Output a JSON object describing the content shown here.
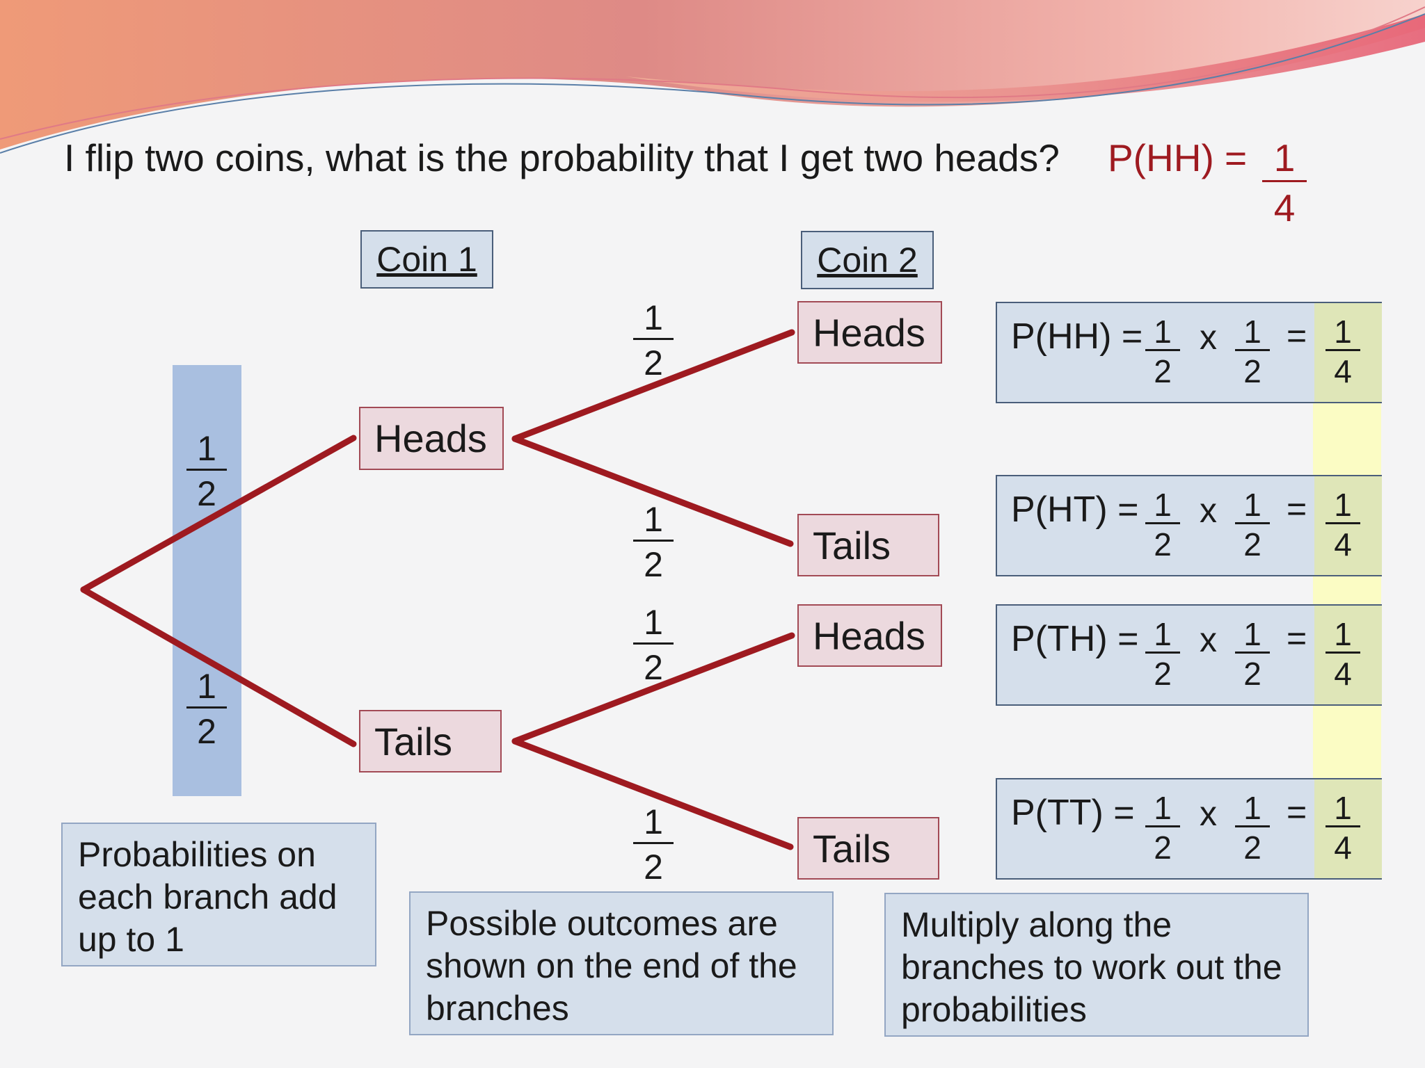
{
  "colors": {
    "branch": "#9e1a20",
    "answer": "#9e1a20",
    "node_fill": "#ecd9de",
    "label_fill": "#d5dfeb",
    "left_bar": "#a9bfe0",
    "highlight": "#fbfcc4"
  },
  "question": {
    "text": "I flip two coins, what is the probability that I get two heads?",
    "answer_prefix": "P(HH) =",
    "answer_num": "1",
    "answer_den": "4"
  },
  "coin_labels": {
    "coin1": "Coin 1",
    "coin2": "Coin 2"
  },
  "tree": {
    "first_level": [
      {
        "label": "Heads",
        "prob_num": "1",
        "prob_den": "2"
      },
      {
        "label": "Tails",
        "prob_num": "1",
        "prob_den": "2"
      }
    ],
    "second_level": [
      {
        "label": "Heads",
        "prob_num": "1",
        "prob_den": "2"
      },
      {
        "label": "Tails",
        "prob_num": "1",
        "prob_den": "2"
      },
      {
        "label": "Heads",
        "prob_num": "1",
        "prob_den": "2"
      },
      {
        "label": "Tails",
        "prob_num": "1",
        "prob_den": "2"
      }
    ]
  },
  "calculations": [
    {
      "label": "P(HH) =",
      "a_num": "1",
      "a_den": "2",
      "times": "x",
      "b_num": "1",
      "b_den": "2",
      "equals": "=",
      "r_num": "1",
      "r_den": "4"
    },
    {
      "label": "P(HT) =",
      "a_num": "1",
      "a_den": "2",
      "times": "x",
      "b_num": "1",
      "b_den": "2",
      "equals": "=",
      "r_num": "1",
      "r_den": "4"
    },
    {
      "label": "P(TH) =",
      "a_num": "1",
      "a_den": "2",
      "times": "x",
      "b_num": "1",
      "b_den": "2",
      "equals": "=",
      "r_num": "1",
      "r_den": "4"
    },
    {
      "label": "P(TT) =",
      "a_num": "1",
      "a_den": "2",
      "times": "x",
      "b_num": "1",
      "b_den": "2",
      "equals": "=",
      "r_num": "1",
      "r_den": "4"
    }
  ],
  "notes": {
    "left": "Probabilities on each branch add up to 1",
    "middle": "Possible outcomes are shown on the end of the branches",
    "right": "Multiply along the branches to work out the probabilities"
  }
}
